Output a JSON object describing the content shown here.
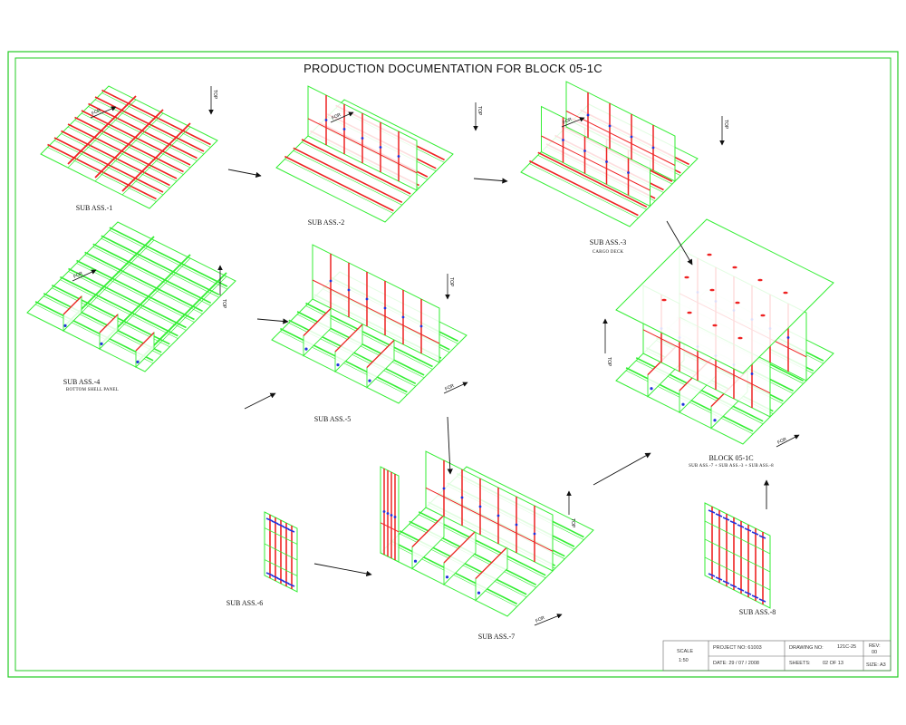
{
  "title": "PRODUCTION DOCUMENTATION FOR BLOCK 05-1C",
  "colors": {
    "frame": "#22cc22",
    "plate": "#33ee33",
    "stiffener": "#ee2222",
    "bracket": "#2233dd",
    "arrow": "#111111"
  },
  "direction_labels": {
    "forward": "FOR",
    "top": "TOP"
  },
  "assemblies": {
    "sub1": {
      "label": "SUB ASS.-1"
    },
    "sub2": {
      "label": "SUB ASS.-2"
    },
    "sub3": {
      "label": "SUB ASS.-3",
      "sublabel": "CARGO DECK"
    },
    "sub4": {
      "label": "SUB ASS.-4",
      "sublabel": "BOTTOM SHELL PANEL"
    },
    "sub5": {
      "label": "SUB ASS.-5"
    },
    "sub6": {
      "label": "SUB ASS.-6"
    },
    "sub7": {
      "label": "SUB ASS.-7"
    },
    "sub8": {
      "label": "SUB ASS.-8"
    },
    "block": {
      "label": "BLOCK 05-1C",
      "sublabel": "SUB ASS.-7 + SUB ASS.-3 + SUB ASS.-8"
    }
  },
  "title_block": {
    "scale_label": "SCALE",
    "scale_value": "1:50",
    "project_no": "PROJECT NO: 61003",
    "date": "DATE: 29 / 07 / 2008",
    "drawing_no_label": "DRAWING NO:",
    "drawing_no_value": "121C-25",
    "sheets": "SHEETS:",
    "sheets_value": "02 OF 13",
    "rev_label": "REV:",
    "rev_value": "00",
    "size": "SIZE: A3"
  }
}
